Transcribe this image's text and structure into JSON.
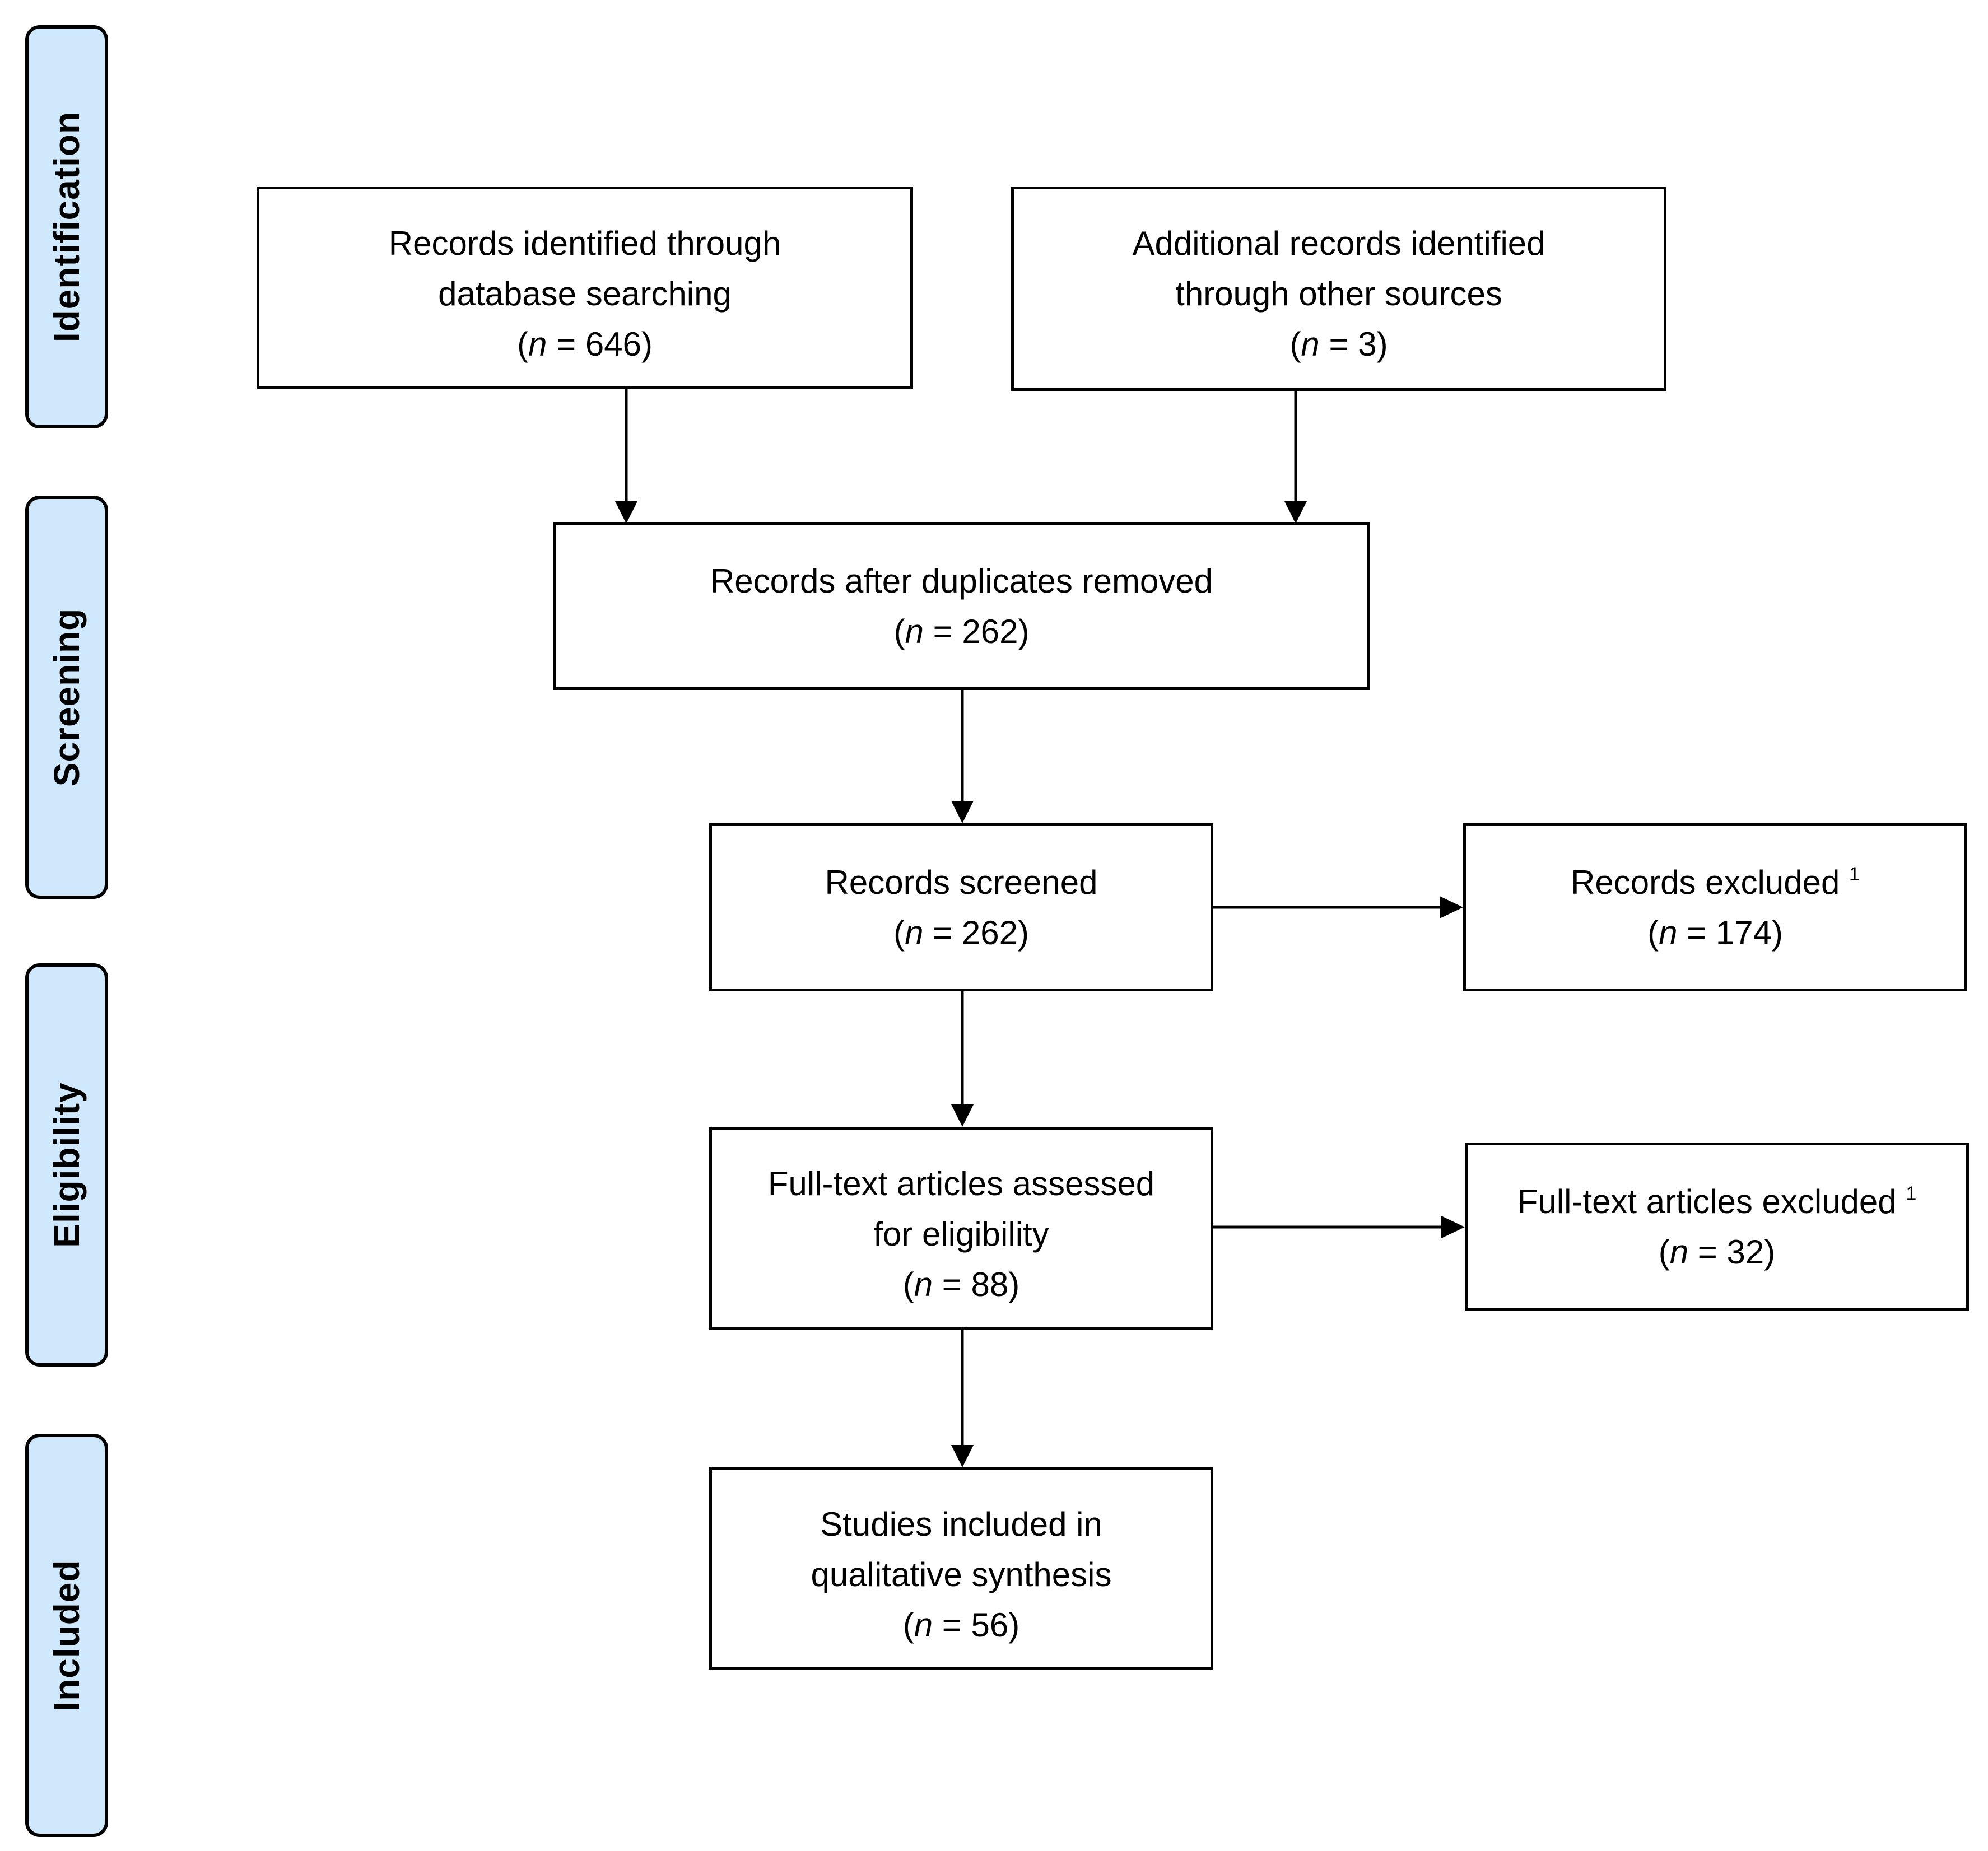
{
  "phases": {
    "identification": "Identification",
    "screening": "Screening",
    "eligibility": "Eligibility",
    "included": "Included"
  },
  "boxes": {
    "database": {
      "lines": [
        "Records identified through",
        "database searching"
      ],
      "count": "646"
    },
    "other_sources": {
      "lines": [
        "Additional records identified",
        "through other sources"
      ],
      "count": "3"
    },
    "after_duplicates": {
      "lines": [
        "Records after duplicates removed"
      ],
      "count": "262"
    },
    "screened": {
      "lines": [
        "Records screened"
      ],
      "count": "262"
    },
    "excluded": {
      "lines": [
        "Records excluded"
      ],
      "note": "1",
      "count": "174"
    },
    "fulltext_assessed": {
      "lines": [
        "Full-text articles assessed",
        "for eligibility"
      ],
      "count": "88"
    },
    "fulltext_excluded": {
      "lines": [
        "Full-text articles excluded"
      ],
      "note": "1",
      "count": "32"
    },
    "included": {
      "lines": [
        "Studies included in",
        "qualitative synthesis"
      ],
      "count": "56"
    }
  },
  "count_symbol": "n",
  "count_separator": " = "
}
